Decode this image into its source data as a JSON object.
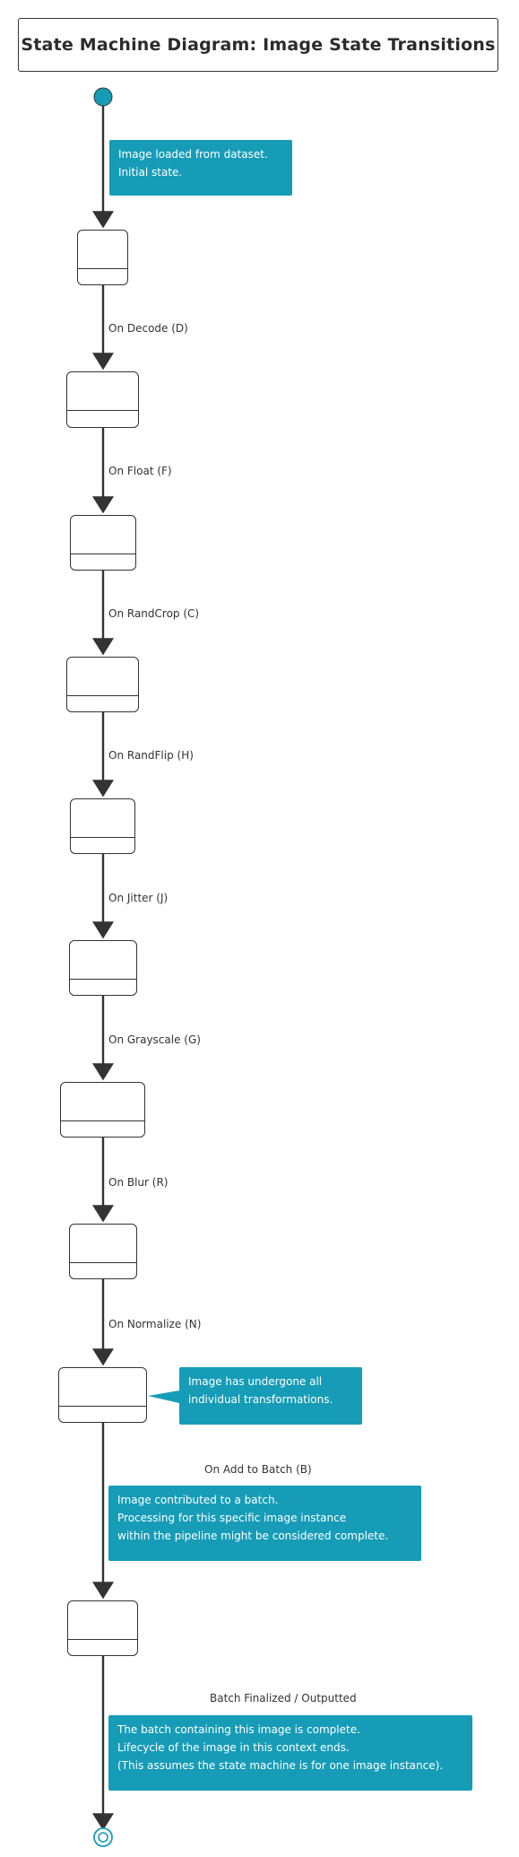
{
  "title": "State Machine Diagram: Image State Transitions",
  "colors": {
    "note_bg": "#179cb7",
    "line": "#333333",
    "start_node": "#179cb7"
  },
  "transitions": [
    "On Decode (D)",
    "On Float (F)",
    "On RandCrop (C)",
    "On RandFlip (H)",
    "On Jitter (J)",
    "On Grayscale (G)",
    "On Blur (R)",
    "On Normalize (N)",
    "On Add to Batch (B)",
    "Batch Finalized / Outputted"
  ],
  "notes": [
    {
      "lines": [
        "Image loaded from dataset.",
        "Initial state."
      ]
    },
    {
      "lines": [
        "Image has undergone all",
        "individual transformations."
      ]
    },
    {
      "lines": [
        "Image contributed to a batch.",
        "Processing for this specific image instance",
        "within the pipeline might be considered complete."
      ]
    },
    {
      "lines": [
        "The batch containing this image is complete.",
        "Lifecycle of the image in this context ends.",
        "(This assumes the state machine is for one image instance)."
      ]
    }
  ]
}
